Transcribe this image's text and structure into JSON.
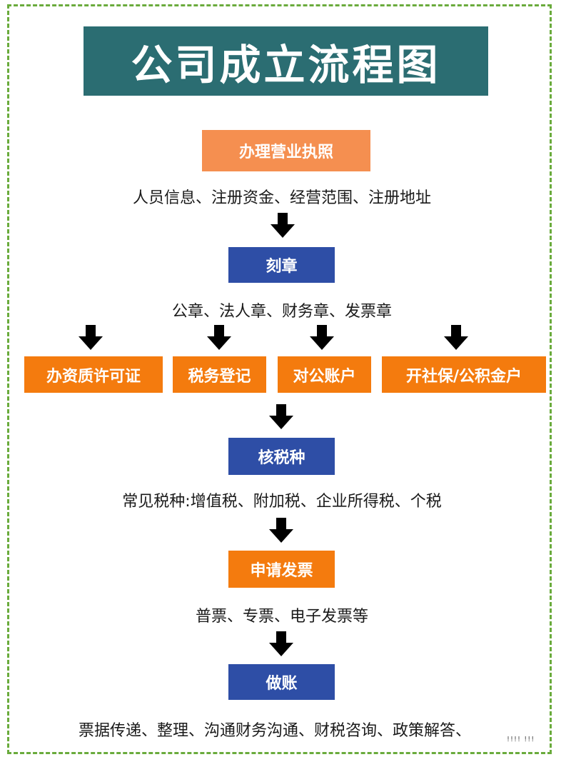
{
  "title": "公司成立流程图",
  "steps": {
    "business_license": {
      "label": "办理营业执照",
      "note": "人员信息、注册资金、经营范围、注册地址"
    },
    "seal": {
      "label": "刻章",
      "note": "公章、法人章、财务章、发票章"
    },
    "branches": [
      {
        "label": "办资质许可证"
      },
      {
        "label": "税务登记"
      },
      {
        "label": "对公账户"
      },
      {
        "label": "开社保/公积金户"
      }
    ],
    "tax_type": {
      "label": "核税种",
      "note": "常见税种:增值税、附加税、企业所得税、个税"
    },
    "invoice": {
      "label": "申请发票",
      "note": "普票、专票、电子发票等"
    },
    "bookkeeping": {
      "label": "做账",
      "note": "票据传递、整理、沟通财务沟通、财税咨询、政策解答、"
    }
  },
  "watermark": "!!!! !!!",
  "colors": {
    "title_bg": "#2b6d72",
    "light_orange": "#f58f50",
    "orange": "#f47b0e",
    "blue": "#2e4ea6",
    "frame": "#6aab3c",
    "arrow": "#000000"
  },
  "icons": {
    "arrow": "down-arrow-icon"
  }
}
